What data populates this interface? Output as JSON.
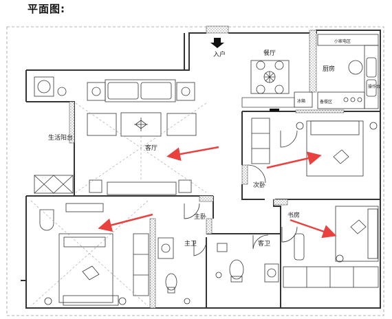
{
  "page": {
    "title": "平面图:"
  },
  "rooms": {
    "entrance": "入户",
    "dining": "餐厅",
    "kitchen": "厨房",
    "small_appliance": "小家电区",
    "pantry": "备餐区",
    "operation_table": "操作台",
    "fridge": "冰箱",
    "living_balcony": "生活阳台",
    "living_room": "客厅",
    "second_bedroom": "次卧",
    "master_bedroom": "主卧",
    "master_bath": "主卫",
    "guest_bath": "客卫",
    "study": "书房"
  },
  "colors": {
    "wall": "#333333",
    "line": "#555555",
    "arrow": "#e8413e",
    "dash": "#888888"
  }
}
